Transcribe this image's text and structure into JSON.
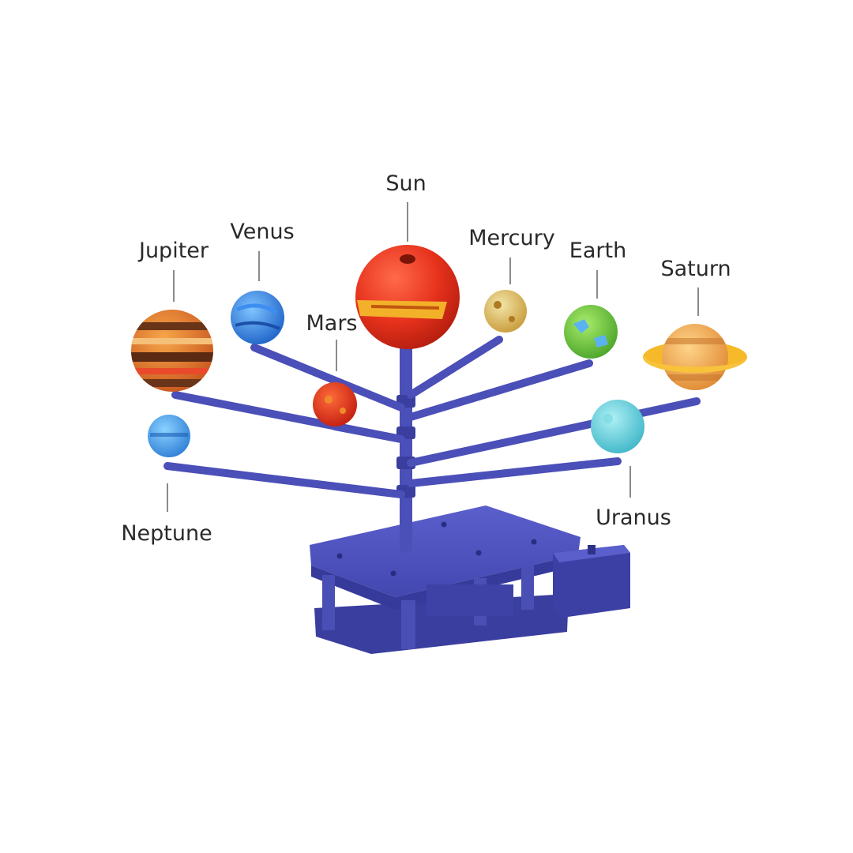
{
  "colors": {
    "frame": "#4b4fb8",
    "frame_dark": "#363a9a",
    "frame_light": "#6b70d4"
  },
  "labels": {
    "sun": "Sun",
    "venus": "Venus",
    "mercury": "Mercury",
    "jupiter": "Jupiter",
    "earth": "Earth",
    "saturn": "Saturn",
    "mars": "Mars",
    "neptune": "Neptune",
    "uranus": "Uranus"
  }
}
